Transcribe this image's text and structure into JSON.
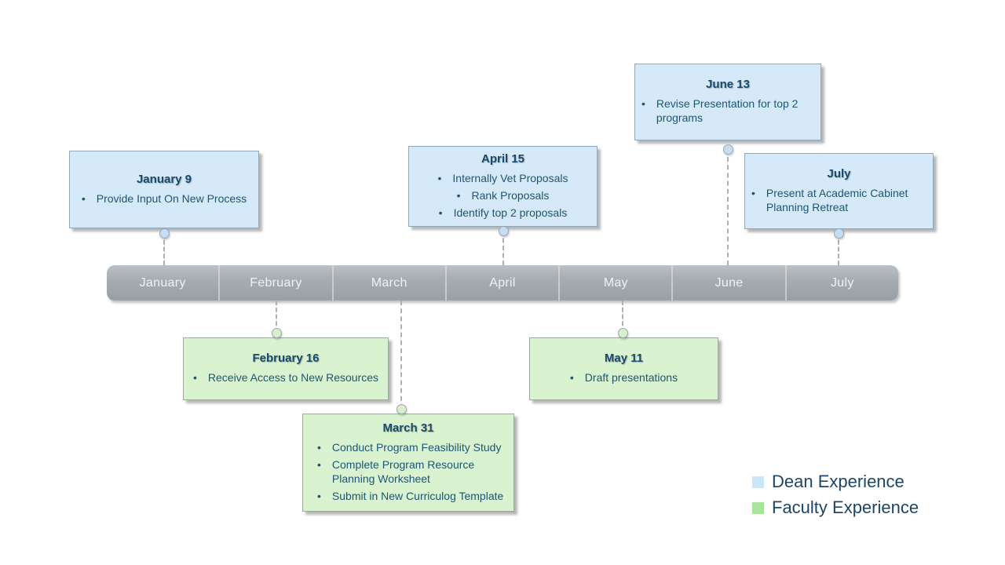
{
  "timeline": {
    "months": [
      "January",
      "February",
      "March",
      "April",
      "May",
      "June",
      "July"
    ]
  },
  "events": [
    {
      "title": "January 9",
      "audience": "Dean",
      "position": "above",
      "bullets": [
        "Provide Input On New Process"
      ]
    },
    {
      "title": "April 15",
      "audience": "Dean",
      "position": "above",
      "bullets": [
        "Internally Vet Proposals",
        "Rank Proposals",
        "Identify top 2 proposals"
      ]
    },
    {
      "title": "June 13",
      "audience": "Dean",
      "position": "above",
      "bullets": [
        "Revise Presentation for top 2 programs"
      ]
    },
    {
      "title": "July",
      "audience": "Dean",
      "position": "above",
      "bullets": [
        "Present at Academic Cabinet Planning Retreat"
      ]
    },
    {
      "title": "February 16",
      "audience": "Faculty",
      "position": "below",
      "bullets": [
        "Receive Access to New Resources"
      ]
    },
    {
      "title": "March 31",
      "audience": "Faculty",
      "position": "below",
      "bullets": [
        "Conduct Program Feasibility Study",
        "Complete Program Resource Planning Worksheet",
        "Submit in New Curriculog Template"
      ]
    },
    {
      "title": "May 11",
      "audience": "Faculty",
      "position": "below",
      "bullets": [
        "Draft presentations"
      ]
    }
  ],
  "legend": {
    "items": [
      {
        "label": "Dean Experience",
        "color": "#c9e7f8"
      },
      {
        "label": "Faculty Experience",
        "color": "#a9e49c"
      }
    ]
  },
  "colors": {
    "dean_fill": "#d6e9f8",
    "faculty_fill": "#d9f2d0",
    "bar_fill": "#9fa5ab",
    "text": "#1c5670"
  }
}
